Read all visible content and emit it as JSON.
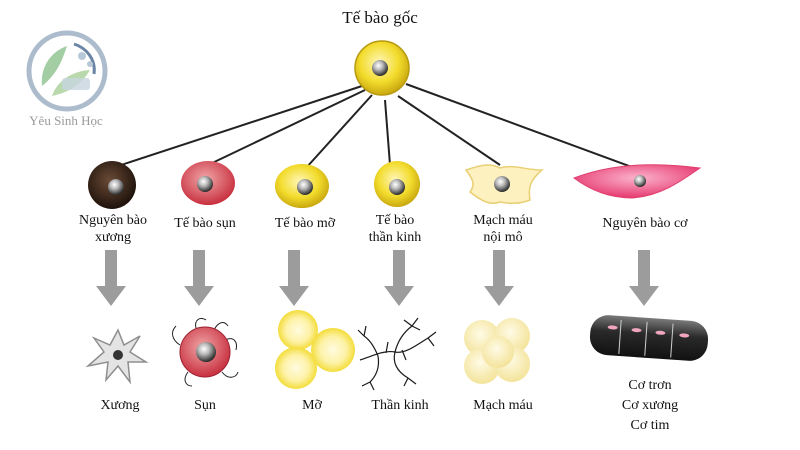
{
  "root": {
    "label": "Tế bào gốc"
  },
  "watermark": {
    "text": "Yêu Sinh Học"
  },
  "progenitors": [
    {
      "label": "Nguyên bào\nxương"
    },
    {
      "label": "Tế bào sụn"
    },
    {
      "label": "Tế bào mỡ"
    },
    {
      "label": "Tế bào\nthần kinh"
    },
    {
      "label": "Mạch máu\nnội mô"
    },
    {
      "label": "Nguyên bào cơ"
    }
  ],
  "outcomes": [
    {
      "label": "Xương"
    },
    {
      "label": "Sụn"
    },
    {
      "label": "Mỡ"
    },
    {
      "label": "Thần kinh"
    },
    {
      "label": "Mạch máu"
    },
    {
      "lines": [
        "Cơ trơn",
        "Cơ xương",
        "Cơ tim"
      ]
    }
  ],
  "colors": {
    "yellow": "#f3dc2c",
    "osteo": "#3a2418",
    "chondro": "#d9485a",
    "myoblast": "#ee4f86",
    "arrow": "#9c9c9c",
    "line": "#222222",
    "watermark": "#9a9a9a"
  }
}
